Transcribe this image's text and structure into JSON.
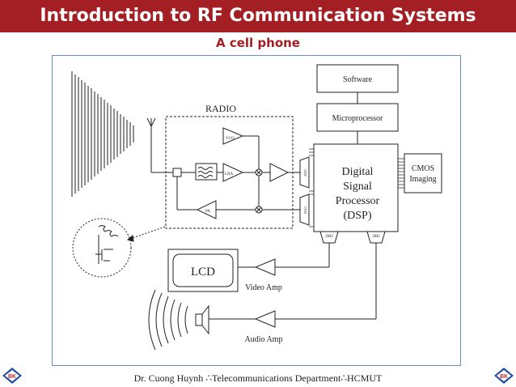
{
  "slide": {
    "title": "Introduction to RF Communication Systems",
    "subtitle": "A cell phone"
  },
  "diagram": {
    "blocks": {
      "software": "Software",
      "microprocessor": "Microprocessor",
      "radio": "RADIO",
      "vco": "VCO",
      "lna": "LNA",
      "pa": "PA",
      "adc": "ADC",
      "dac": "DAC",
      "dsp_line1": "Digital",
      "dsp_line2": "Signal",
      "dsp_line3": "Processor",
      "dsp_line4": "(DSP)",
      "cmos_line1": "CMOS",
      "cmos_line2": "Imaging",
      "dmz_left": "2M2",
      "dmz_right": "2M2",
      "lcd": "LCD",
      "video_amp": "Video Amp",
      "audio_amp": "Audio Amp"
    }
  },
  "footer": {
    "text": "Dr. Cuong Huynh ∴Telecommunications Department∴HCMUT"
  },
  "logos": {
    "left": "BK",
    "right": "BK"
  },
  "colors": {
    "title_bg": "#a31f24",
    "accent": "#a31f24",
    "frame_border": "#6b8fc0"
  }
}
